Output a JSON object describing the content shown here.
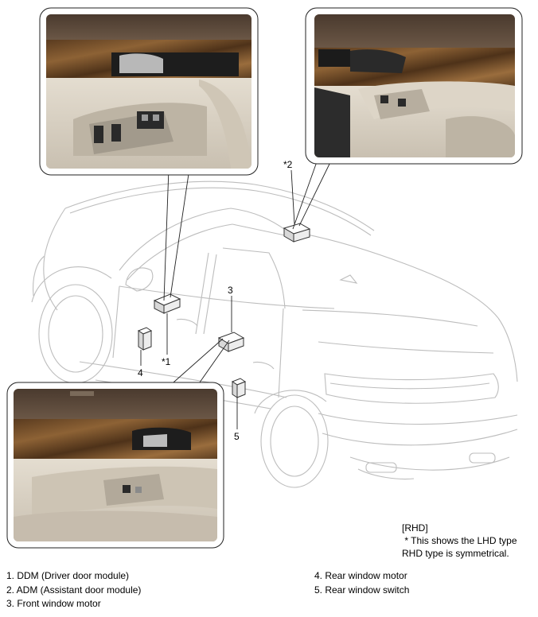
{
  "callouts": {
    "c1": "*1",
    "c2": "*2",
    "c3": "3",
    "c4": "4",
    "c5": "5"
  },
  "note": {
    "heading": "[RHD]",
    "line1": " * This shows the LHD type",
    "line2": "RHD type is symmetrical."
  },
  "legend": {
    "left": [
      "1. DDM (Driver door module)",
      "2. ADM (Assistant door module)",
      "3. Front window motor"
    ],
    "right": [
      "4. Rear window motor",
      "5. Rear window switch"
    ]
  }
}
